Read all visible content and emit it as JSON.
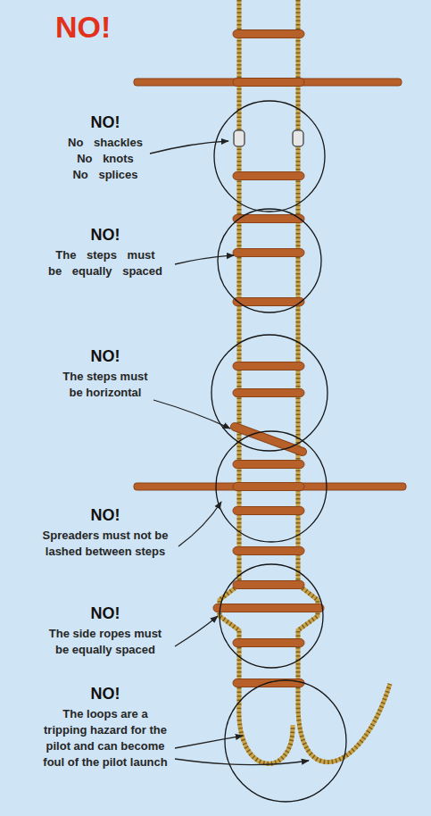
{
  "diagram": {
    "title": "NO!",
    "labels": [
      "NO!",
      "No shackles No knots No splices",
      "NO!",
      "The steps must be equally spaced",
      "NO!",
      "The steps must be horizontal",
      "NO!",
      "Spreaders must not be lashed between steps",
      "NO!",
      "The side ropes must be equally spaced",
      "NO!",
      "The loops are a tripping hazard for the pilot and can become foul of the pilot launch"
    ]
  }
}
